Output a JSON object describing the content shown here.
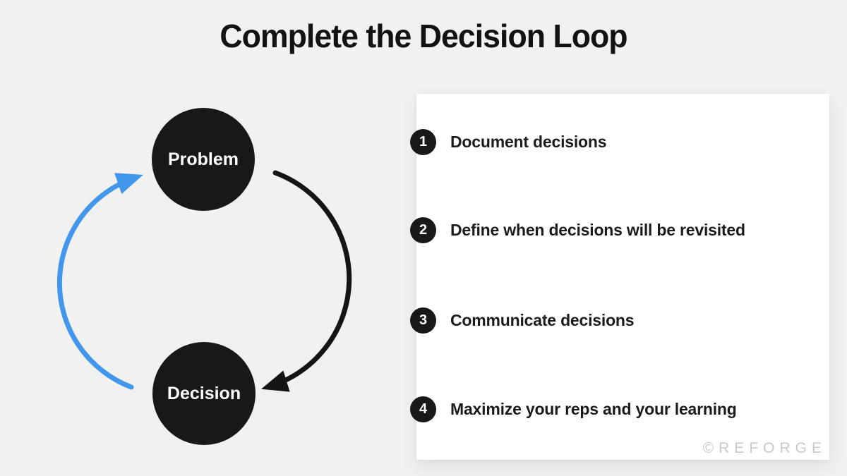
{
  "title": "Complete the Decision Loop",
  "diagram": {
    "nodes": [
      {
        "id": "problem",
        "label": "Problem"
      },
      {
        "id": "decision",
        "label": "Decision"
      }
    ],
    "arrows": [
      {
        "id": "decision-to-problem",
        "description": "blue arc curving up the left side from Decision to Problem",
        "color": "#4296ec"
      },
      {
        "id": "problem-to-decision",
        "description": "black arc curving down the right side from Problem to Decision",
        "color": "#141414"
      }
    ]
  },
  "steps": [
    {
      "number": "1",
      "label": "Document decisions"
    },
    {
      "number": "2",
      "label": "Define when decisions will be revisited"
    },
    {
      "number": "3",
      "label": "Communicate decisions"
    },
    {
      "number": "4",
      "label": "Maximize your reps and your learning"
    }
  ],
  "watermark": "©REFORGE",
  "colors": {
    "background": "#f1f1ef",
    "card": "#ffffff",
    "node_fill": "#181818",
    "node_text": "#ffffff",
    "blue_arrow": "#4296ec",
    "black_arrow": "#141414",
    "title_text": "#121212",
    "step_text": "#1b1b1b",
    "watermark_text": "#c9c9c9"
  }
}
